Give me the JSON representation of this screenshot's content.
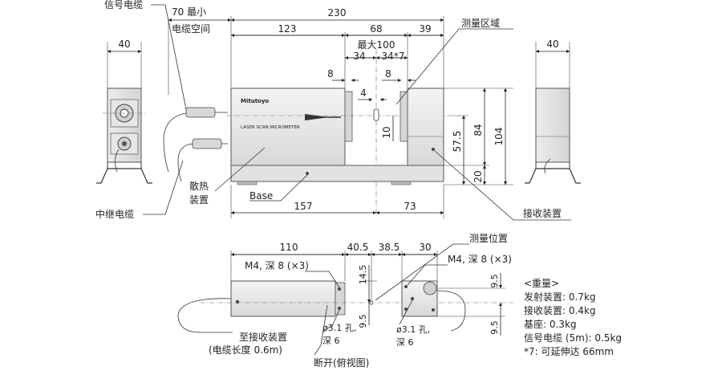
{
  "labels": {
    "signal_cable": "信号电缆",
    "cable_space_dim": "70 最小",
    "cable_space": "电缆空间",
    "measuring_region": "测量区域",
    "heat_sink_1": "散热",
    "heat_sink_2": "装置",
    "relay_cable": "中继电缆",
    "base": "Base",
    "receiver": "接收装置",
    "measuring_position": "测量位置",
    "m4_left": "M4, 深 8 (×3)",
    "m4_right": "M4, 深 8 (×3)",
    "to_receiver": "至接收装置",
    "cable_length": "(电缆长度 0.6m)",
    "hole_left_1": "ø3.1 孔,",
    "hole_left_2": "深 6",
    "hole_right_1": "ø3.1 孔,",
    "hole_right_2": "深 6",
    "section_view": "断开(俯视图)",
    "brand": "Mitutoyo",
    "product": "LASER SCAN MICROMETER"
  },
  "dims": {
    "left_width": "40",
    "right_width": "40",
    "total": "230",
    "d123": "123",
    "d68": "68",
    "d39": "39",
    "max100": "最大100",
    "d34a": "34",
    "d34b": "34*7",
    "d8a": "8",
    "d8b": "8",
    "d4": "4",
    "d10": "10",
    "d57_5": "57.5",
    "d84": "84",
    "d104": "104",
    "d20": "20",
    "d157": "157",
    "d73": "73",
    "d110": "110",
    "d40_5": "40.5",
    "d38_5": "38.5",
    "d30": "30",
    "d14_5": "14.5",
    "d9_5a": "9.5",
    "d9_5b": "9.5",
    "d9_5c": "9.5"
  },
  "weights": {
    "title": "<重量>",
    "emitter": "发射装置: 0.7kg",
    "receiver": "接收装置: 0.4kg",
    "base": "基座: 0.3kg",
    "cable": "信号电缆 (5m): 0.5kg",
    "note": "*7: 可延伸达 66mm"
  }
}
